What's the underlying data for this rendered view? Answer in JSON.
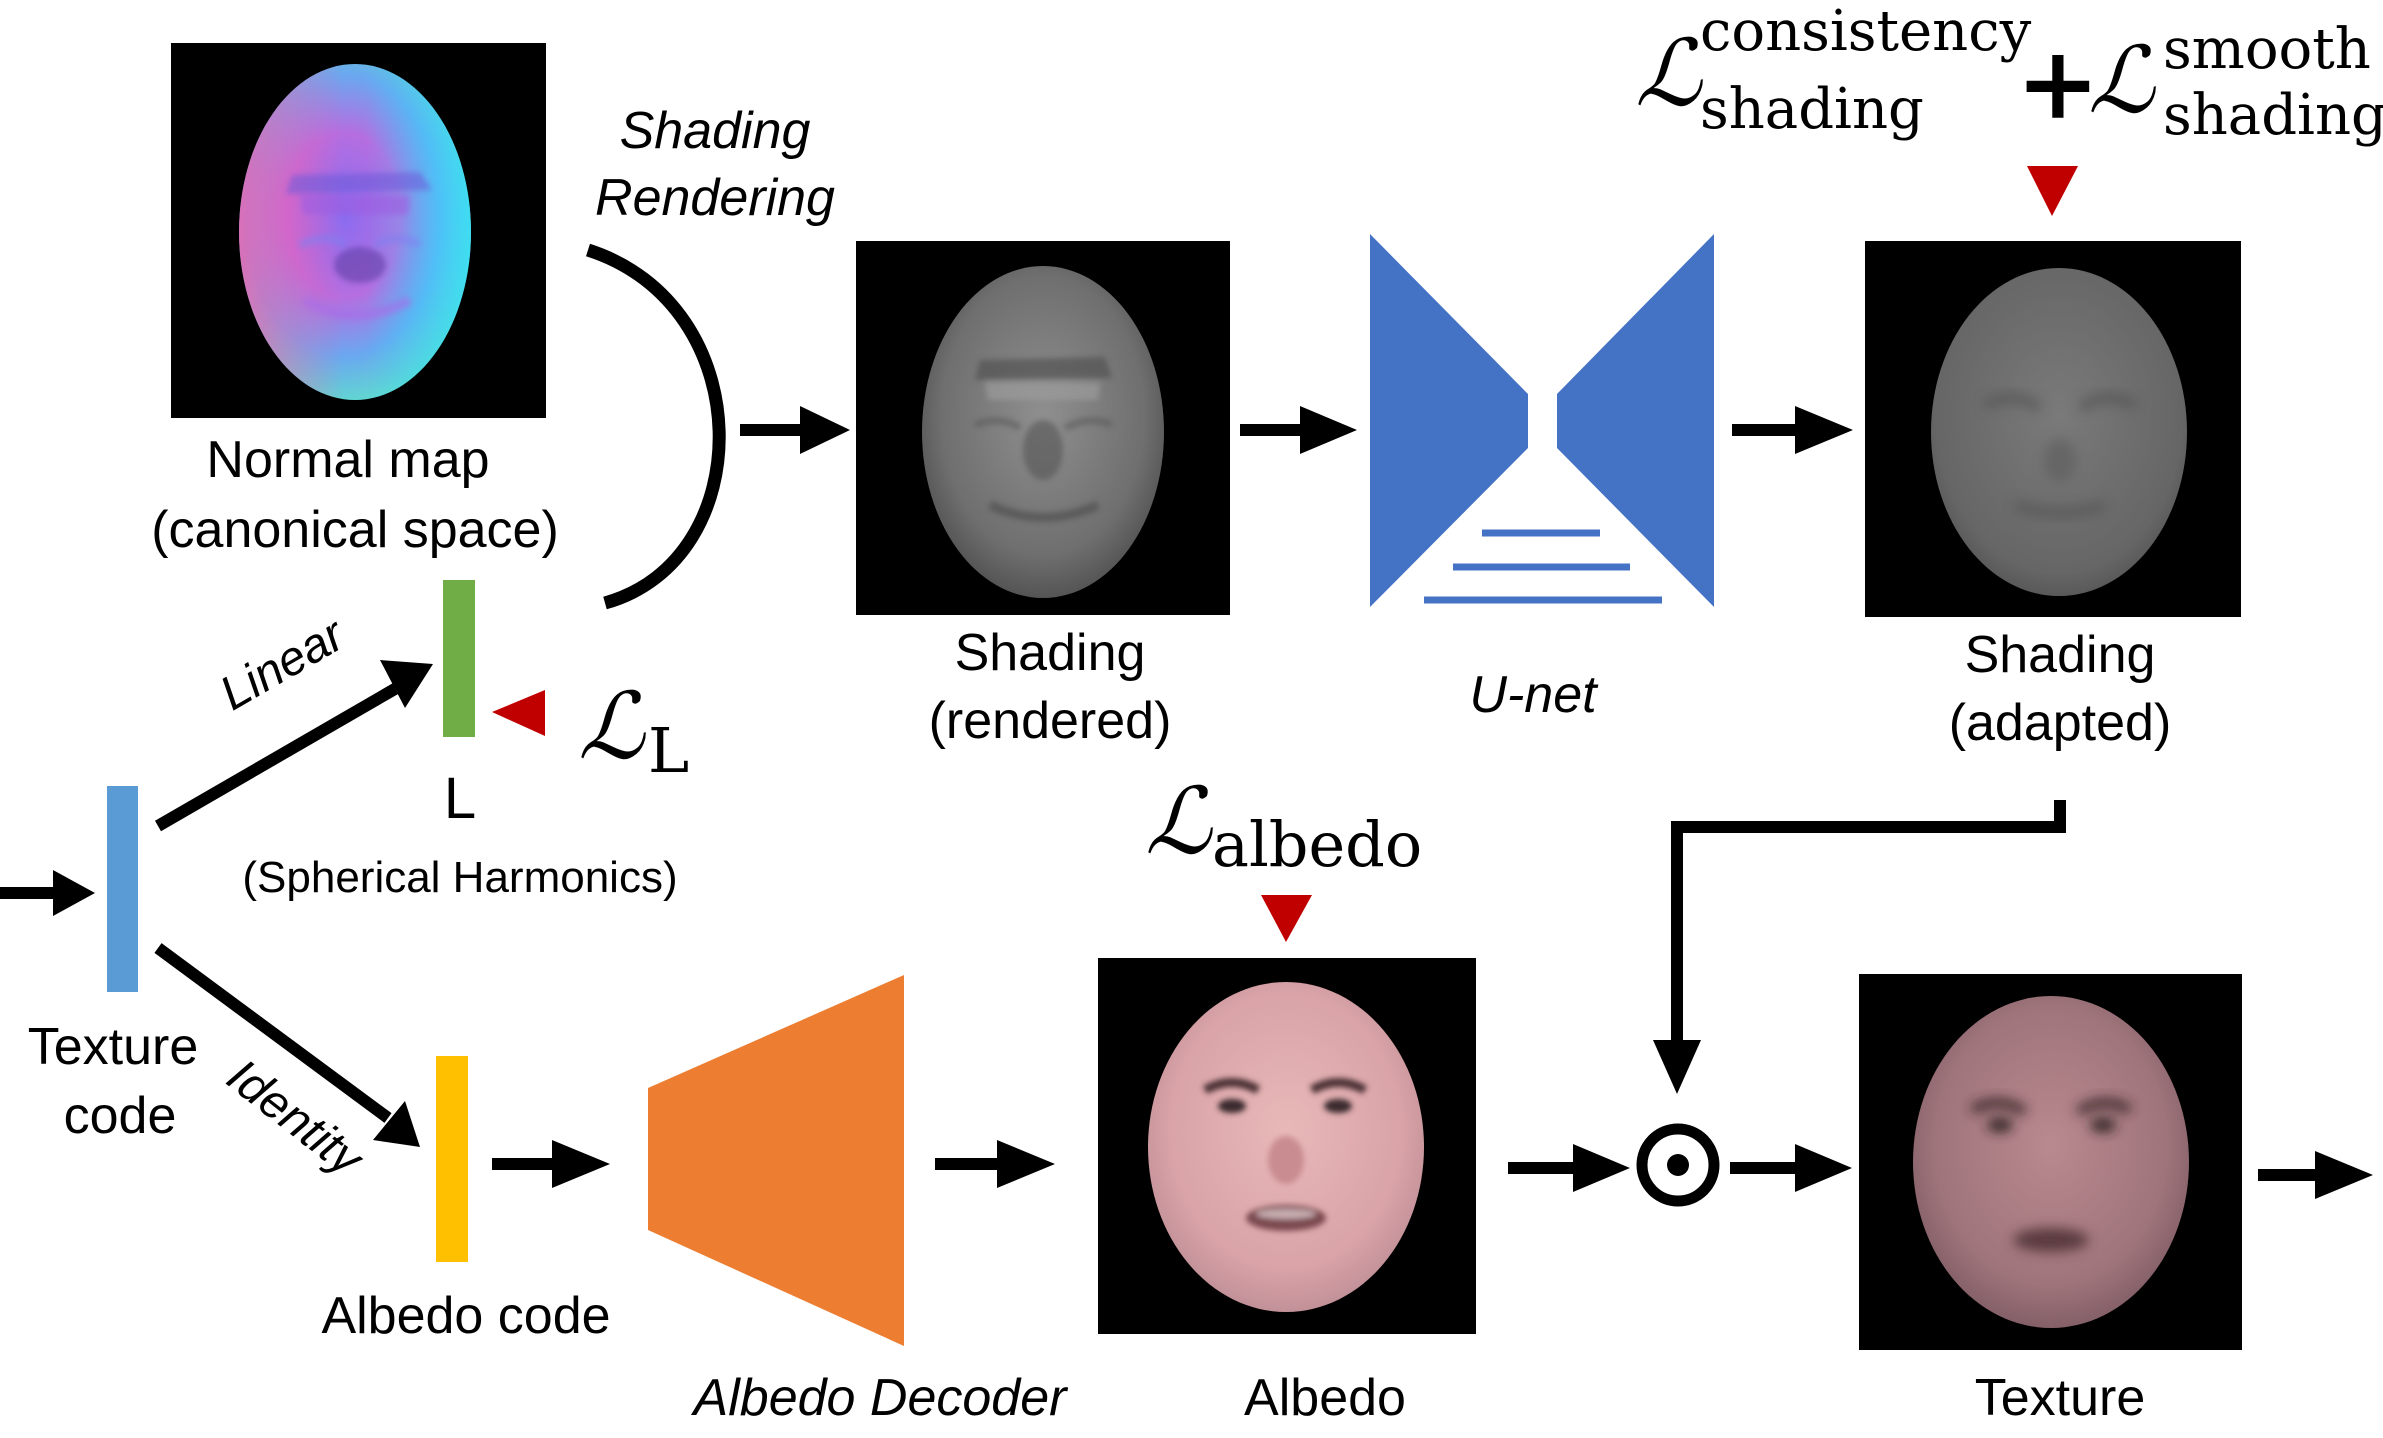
{
  "labels": {
    "normal_map_line1": "Normal map",
    "normal_map_line2": "(canonical space)",
    "shading_rendering_line1": "Shading",
    "shading_rendering_line2": "Rendering",
    "shading_rendered_line1": "Shading",
    "shading_rendered_line2": "(rendered)",
    "unet": "U-net",
    "shading_adapted_line1": "Shading",
    "shading_adapted_line2": "(adapted)",
    "linear": "Linear",
    "L_vector": "L",
    "spherical_harmonics": "(Spherical Harmonics)",
    "texture_code_line1": "Texture",
    "texture_code_line2": "code",
    "identity": "Identity",
    "albedo_code": "Albedo code",
    "albedo_decoder": "Albedo Decoder",
    "albedo": "Albedo",
    "texture": "Texture"
  },
  "losses": {
    "loss_symbol": "ℒ",
    "plus": "+",
    "shading_consistency_sup": "consistency",
    "shading_consistency_sub": "shading",
    "shading_smooth_sup": "smooth",
    "shading_smooth_sub": "shading",
    "L_sub": "L",
    "albedo_sub": "albedo"
  },
  "operators": {
    "elementwise_product": "⊙"
  },
  "colors": {
    "unet_blue": "#4472C4",
    "decoder_orange": "#ED7D31",
    "texture_code_blue": "#5B9BD5",
    "L_vector_green": "#70AD47",
    "albedo_code_yellow": "#FFC000",
    "loss_marker_red": "#C00000",
    "arrow_black": "#000000"
  }
}
